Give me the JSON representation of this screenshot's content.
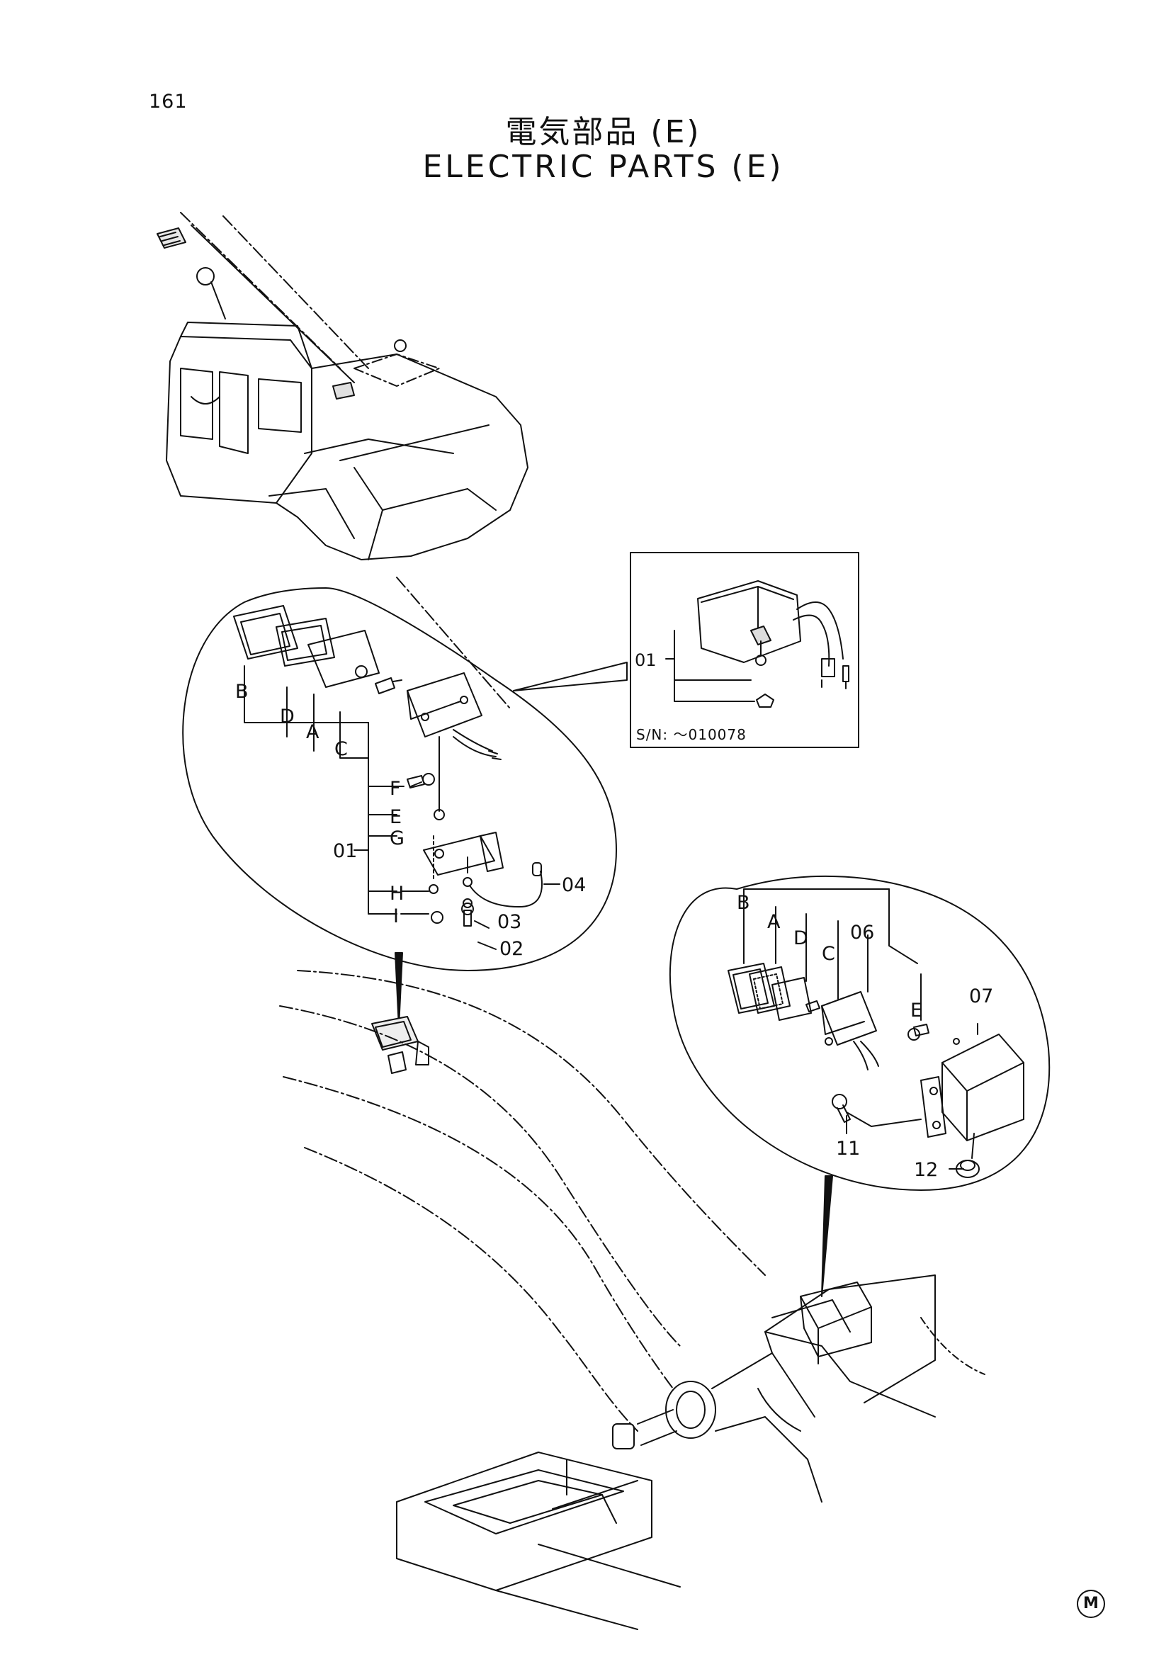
{
  "page": {
    "number": "161",
    "title_jp": "電気部品 (E)",
    "title_en": "ELECTRIC PARTS (E)",
    "corner_mark": "M"
  },
  "inset": {
    "serial_note": "S/N: ～010078",
    "label_01": "01"
  },
  "callout_left": {
    "labels": [
      "B",
      "D",
      "A",
      "C",
      "F",
      "E",
      "G",
      "01",
      "H",
      "I",
      "04",
      "03",
      "02"
    ]
  },
  "callout_right": {
    "labels": [
      "B",
      "A",
      "D",
      "C",
      "06",
      "E",
      "07",
      "11",
      "12"
    ]
  }
}
